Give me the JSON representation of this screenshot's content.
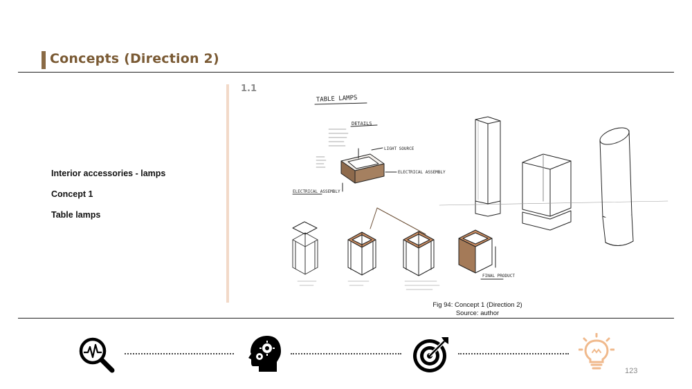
{
  "header": {
    "title": "Concepts (Direction 2)"
  },
  "left_panel": {
    "items": [
      "Interior accessories - lamps",
      "Concept 1",
      "Table lamps"
    ]
  },
  "section": {
    "number": "1.1"
  },
  "sketch": {
    "labels": {
      "heading": "TABLE LAMPS",
      "details": "DETAILS",
      "light_source": "LIGHT SOURCE",
      "electrical_assembly_right": "ELECTRICAL ASSEMBLY",
      "electrical_assembly_left": "ELECTRICAL ASSEMBLY",
      "final_product": "FINAL PRODUCT"
    }
  },
  "figure": {
    "caption_line1": "Fig 94: Concept 1 (Direction 2)",
    "caption_line2": "Source: author"
  },
  "process_icons": [
    {
      "name": "analysis-magnifier-icon"
    },
    {
      "name": "head-gears-icon"
    },
    {
      "name": "target-icon"
    },
    {
      "name": "lightbulb-icon"
    }
  ],
  "colors": {
    "accent_brown": "#7a5a34",
    "divider_peach": "#f2d9c8",
    "bulb_peach": "#f0b98c"
  },
  "footer": {
    "page_number": "123"
  }
}
